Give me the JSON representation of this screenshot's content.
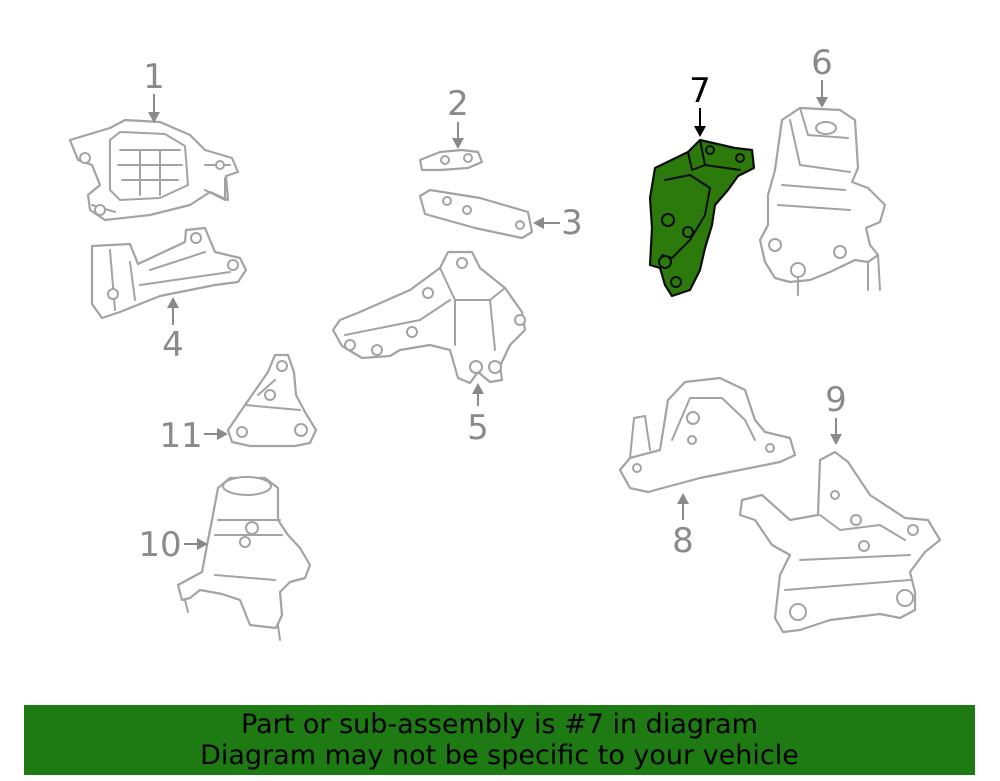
{
  "callouts": {
    "c1": "1",
    "c2": "2",
    "c3": "3",
    "c4": "4",
    "c5": "5",
    "c6": "6",
    "c7": "7",
    "c8": "8",
    "c9": "9",
    "c10": "10",
    "c11": "11"
  },
  "highlighted_part": "7",
  "colors": {
    "highlight_fill": "#2b7a0b",
    "banner_bg": "#1e7a12",
    "part_stroke": "#a3a3a3"
  },
  "banner": {
    "line1": "Part or sub-assembly is #7 in diagram",
    "line2": "Diagram may not be specific to your vehicle"
  }
}
